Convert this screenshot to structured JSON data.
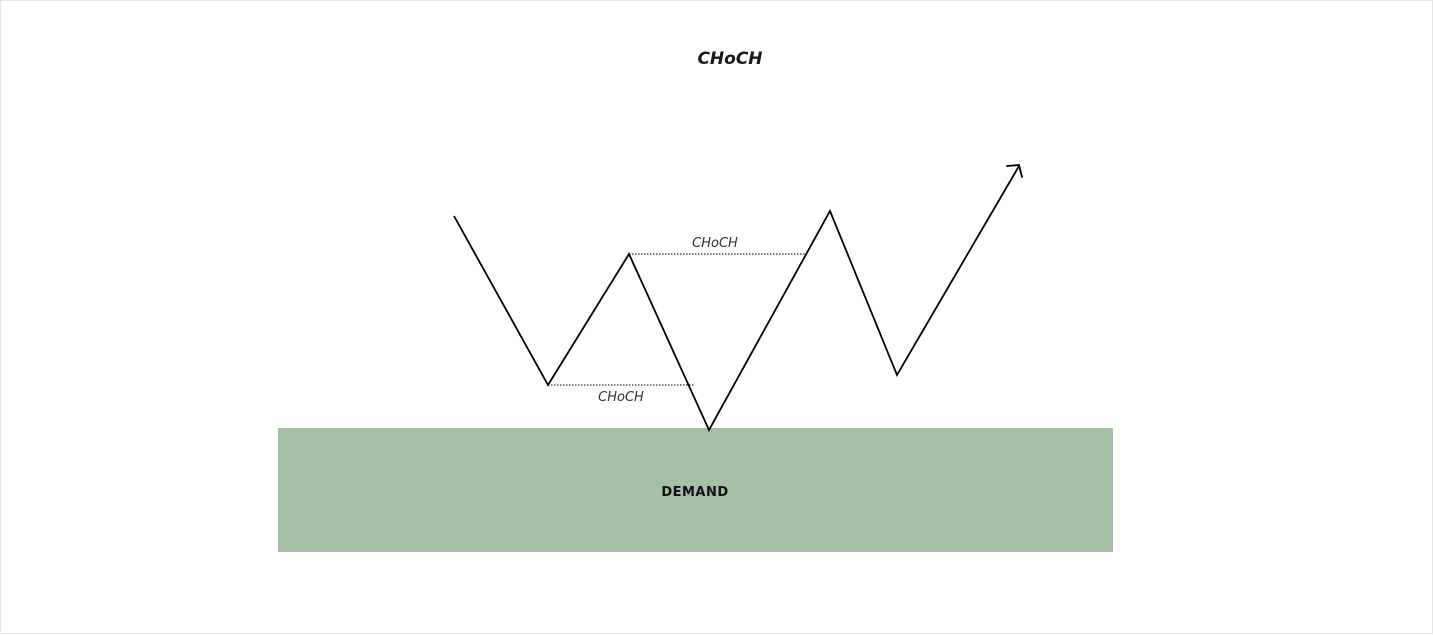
{
  "title": "CHoCH",
  "levels": {
    "upper_label": "CHoCH",
    "lower_label": "CHoCH"
  },
  "zone": {
    "label": "DEMAND",
    "color": "#a6bfa7"
  },
  "colors": {
    "line": "#000000",
    "background": "#ffffff"
  }
}
